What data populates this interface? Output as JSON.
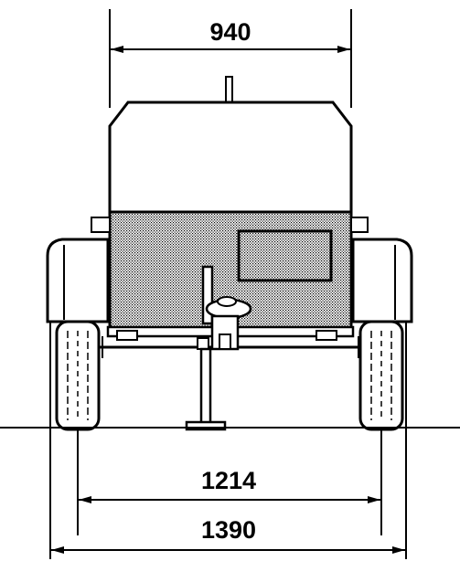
{
  "dimensions": {
    "top_width": "940",
    "track_width": "1214",
    "overall_width": "1390"
  },
  "colors": {
    "line": "#000000",
    "background": "#ffffff"
  }
}
